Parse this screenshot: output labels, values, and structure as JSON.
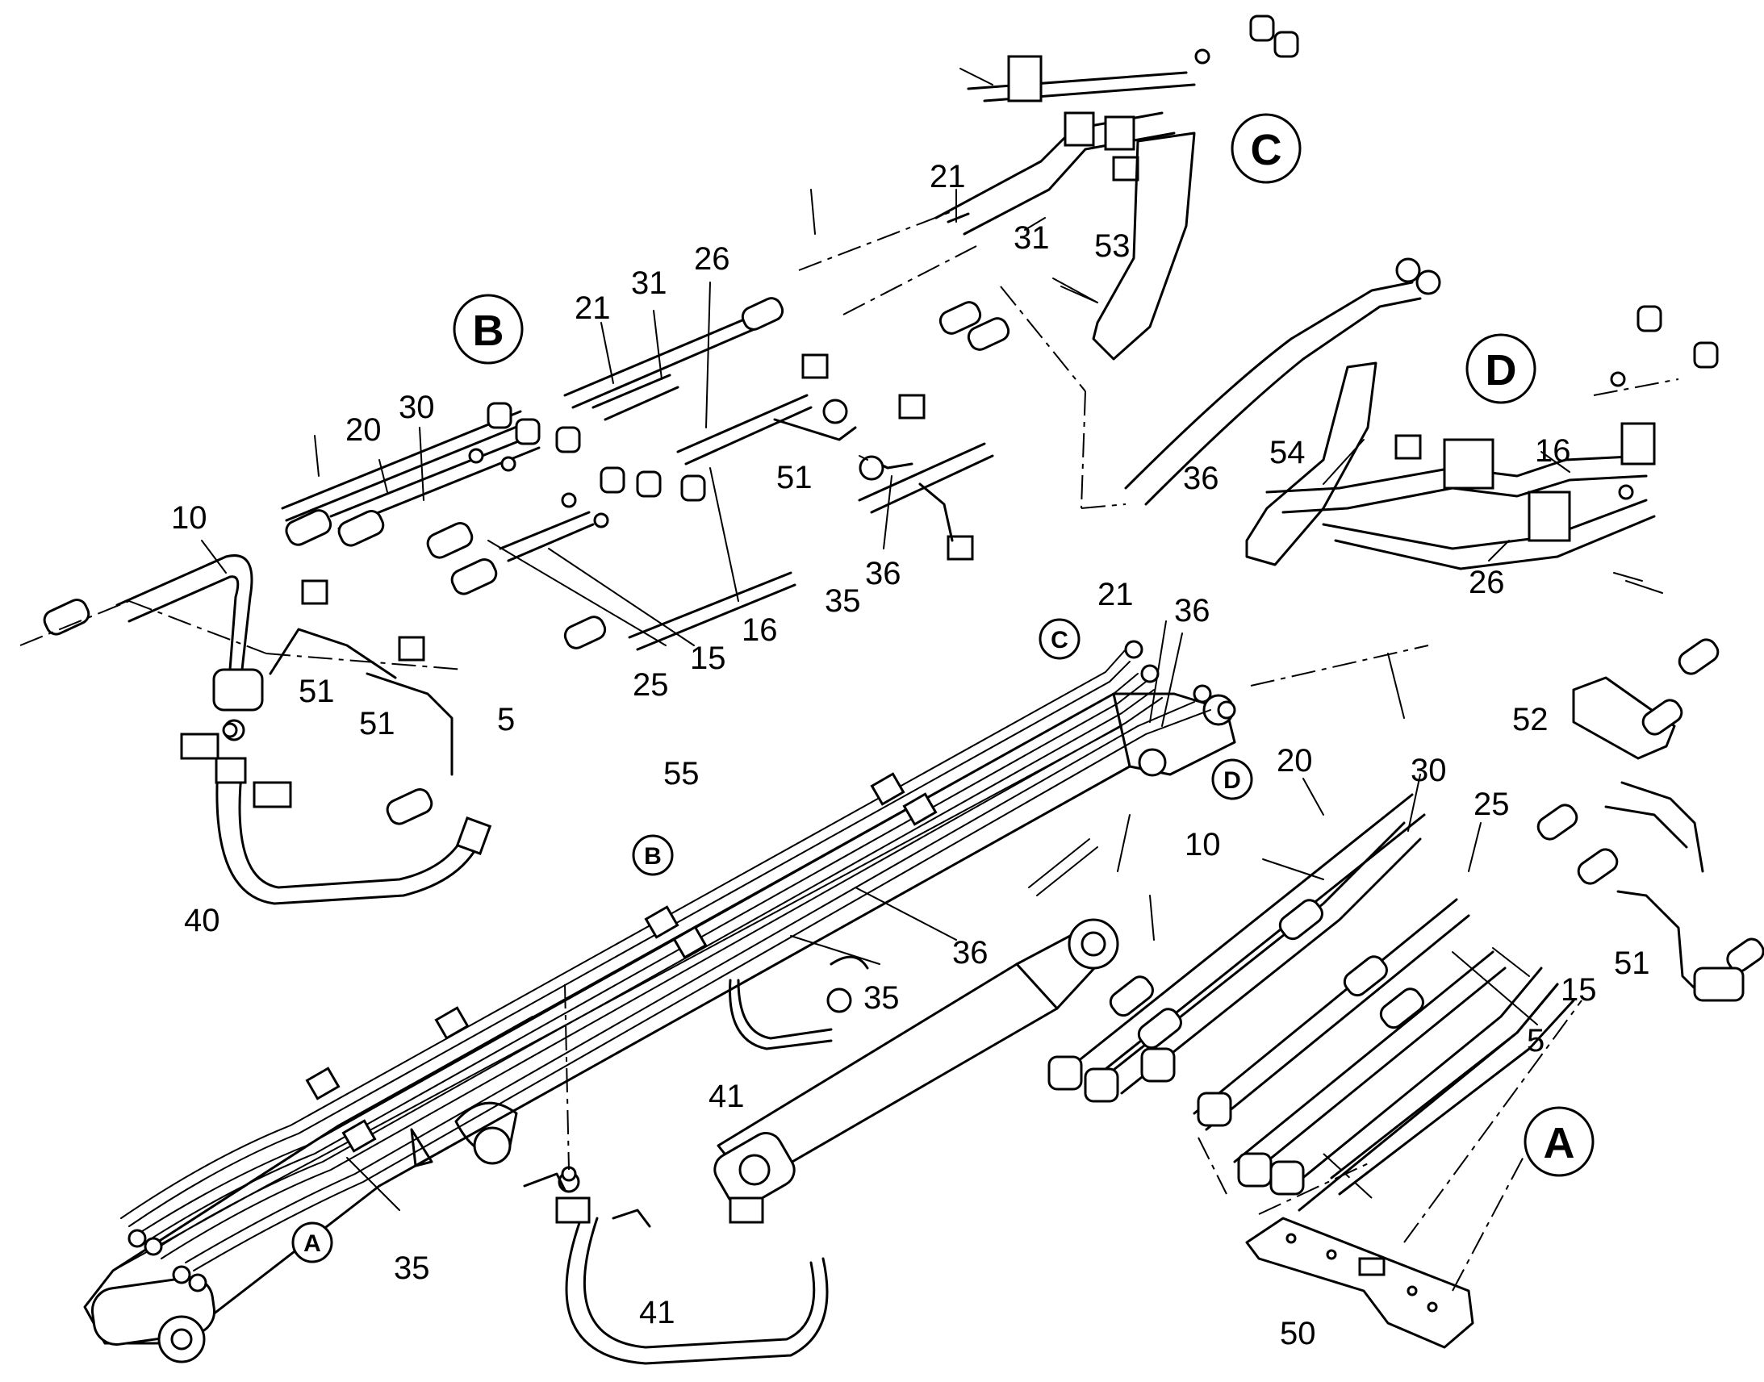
{
  "section_markers": [
    {
      "id": "C",
      "label": "C"
    },
    {
      "id": "B",
      "label": "B"
    },
    {
      "id": "D",
      "label": "D"
    },
    {
      "id": "A",
      "label": "A"
    }
  ],
  "detail_markers": [
    {
      "id": "c",
      "label": "C"
    },
    {
      "id": "d",
      "label": "D"
    },
    {
      "id": "b",
      "label": "B"
    },
    {
      "id": "a",
      "label": "A"
    }
  ],
  "part_callouts": [
    "21",
    "31",
    "53",
    "26",
    "31",
    "21",
    "20",
    "30",
    "10",
    "51",
    "51",
    "25",
    "15",
    "16",
    "35",
    "36",
    "51",
    "36",
    "54",
    "16",
    "26",
    "21",
    "36",
    "5",
    "55",
    "52",
    "20",
    "30",
    "25",
    "10",
    "40",
    "36",
    "35",
    "41",
    "51",
    "15",
    "5",
    "35",
    "41",
    "50"
  ]
}
